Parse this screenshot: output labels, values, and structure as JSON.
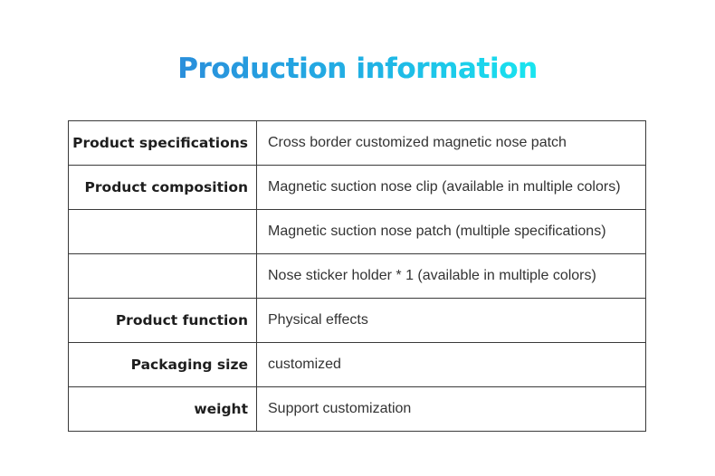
{
  "title": "Production information",
  "rows": [
    {
      "label": "Product specifications",
      "value": "Cross border customized magnetic nose patch"
    },
    {
      "label": "Product composition",
      "value": "Magnetic suction nose clip (available in multiple colors)"
    },
    {
      "label": "",
      "value": "Magnetic suction nose patch (multiple specifications)"
    },
    {
      "label": "",
      "value": "Nose sticker holder * 1 (available in multiple colors)"
    },
    {
      "label": "Product function",
      "value": "Physical effects"
    },
    {
      "label": "Packaging size",
      "value": "customized"
    },
    {
      "label": "weight",
      "value": "Support customization"
    }
  ],
  "colors": {
    "title_gradient_start": "#2a8edb",
    "title_gradient_end": "#19e6ef",
    "border": "#3a3a3a"
  }
}
